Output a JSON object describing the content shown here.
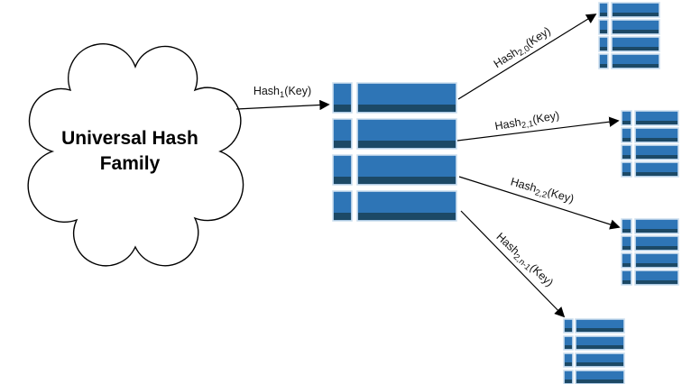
{
  "cloud": {
    "line1": "Universal Hash",
    "line2": "Family"
  },
  "edges": {
    "hash1": {
      "base": "Hash",
      "sub": "1",
      "rest": "(Key)"
    },
    "hash2_0": {
      "base": "Hash",
      "sub": "2,0",
      "rest": "(Key)"
    },
    "hash2_1": {
      "base": "Hash",
      "sub": "2,1",
      "rest": "(Key)"
    },
    "hash2_2": {
      "base": "Hash",
      "sub": "2,2",
      "rest": "(Key)"
    },
    "hash2_n_minus_1": {
      "base": "Hash",
      "sub": "2,n-1",
      "rest": "(Key)"
    }
  },
  "tables": {
    "primary": {
      "rows": 4
    },
    "buckets": [
      {
        "name": "bucket-table-0",
        "rows": 4
      },
      {
        "name": "bucket-table-1",
        "rows": 4
      },
      {
        "name": "bucket-table-2",
        "rows": 4
      },
      {
        "name": "bucket-table-n-1",
        "rows": 4
      }
    ]
  },
  "colors": {
    "cell_fill": "#2E75B6",
    "cell_stripe": "#1C4966",
    "cell_border": "#CFE0EF",
    "line": "#000000"
  }
}
